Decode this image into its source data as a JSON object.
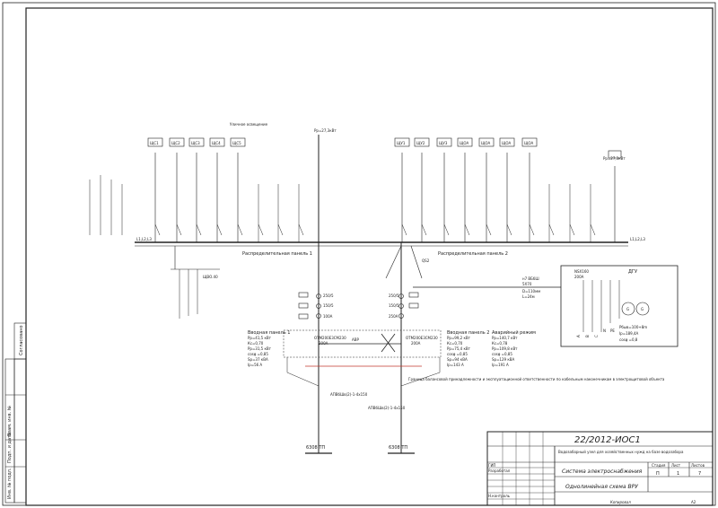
{
  "titleblock": {
    "code": "22/2012-ИОС1",
    "description": "Водозаборный узел для хозяйственных нужд на базе водозабора",
    "system": "Система электроснабжения",
    "sheet_title": "Однолинейная схема ВРУ",
    "stage_label": "Стадия",
    "sheet_label": "Лист",
    "sheets_label": "Листов",
    "stage": "П",
    "sheet": "1",
    "sheets": "7",
    "gip_label": "ГИП",
    "developer_label": "Разработал",
    "norm_label": "Н.контроль",
    "copied": "Копировал",
    "format": "А2"
  },
  "side": {
    "agreed": "Согласовано",
    "inv_orig": "Инв. № подл.",
    "sign_date": "Подп. и дата",
    "inv_dup": "Взам. инв. №"
  },
  "panel1": {
    "title": "Распределительная панель 1",
    "feeders": [
      "ЩС1",
      "ЩС2",
      "ЩС3",
      "ЩС4",
      "ЩС5"
    ],
    "load": "Уличное освещение",
    "meter_caption": "Рр=27,3кВт"
  },
  "panel2": {
    "title": "Распределительная панель 2",
    "feeders": [
      "ЩУ1",
      "ЩУ2",
      "ЩУ3",
      "ЩОА",
      "ЩОА",
      "ЩОА",
      "ЩОА"
    ],
    "cap_right": "Рр=27,3кВт"
  },
  "busbar_label": "L1,L2,L3",
  "qs2": "QS2",
  "intake1": {
    "title": "Вводная панель 1",
    "lines": [
      "Рр=41,5 кВт",
      "Кс=0,70",
      "Рр=31,5 кВт",
      "cosφ =0,85",
      "Sр=37 кВА",
      "Iр=56 А"
    ],
    "breaker": "250/5",
    "ct": "150/5",
    "meter": "100А",
    "switch": "OTM200E3CM230",
    "switch_rating": "200А"
  },
  "intake2": {
    "title": "Вводная панель 2",
    "lines": [
      "Рр=99,2 кВт",
      "Кс=0,70",
      "Рр=75,4 кВт",
      "cosφ =0,85",
      "Sр=94 кВА",
      "Iр=143 А"
    ],
    "breaker": "250/5",
    "ct": "150/5",
    "meter": "250А",
    "switch": "OTM200E3CM230",
    "switch_rating": "200А"
  },
  "emergency": {
    "title": "Аварийный режим",
    "lines": [
      "Рр=140,7 кВт",
      "Кс=0,78",
      "Рр=109,8 кВт",
      "cosφ =0,85",
      "Sр=129 кВА",
      "Iр=191 А"
    ]
  },
  "boundary_note": "Граница балансовой принадлежности и эксплуатационной ответственности по кабельным наконечникам в электрощитовой объекта",
  "cable_left": "АПВбШв(2)-1-4х150",
  "cable_right": "АПВбШв(2)-1-4х150",
  "tp_left": "6308 ТП",
  "tp_right": "6308 ТП",
  "dgu": {
    "label": "ДГУ",
    "breaker": "NSX160",
    "breaker_rating": "200А",
    "cable": "н7 ВБбШ",
    "cable2": "5Х70",
    "length": "D=110мм",
    "length2": "L=24м",
    "power": "Рбыв=100+8m",
    "current": "Iр=189,4A",
    "cos": "cosφ =0,8",
    "gen": "G",
    "phase_a": "A",
    "phase_b": "B",
    "phase_c": "C",
    "neutral": "N",
    "pe": "PE"
  },
  "avr": "АВР",
  "shield_label": "ЩВО.40",
  "colors": {
    "line": "#1a1a1a",
    "highlight": "#c0392b"
  }
}
